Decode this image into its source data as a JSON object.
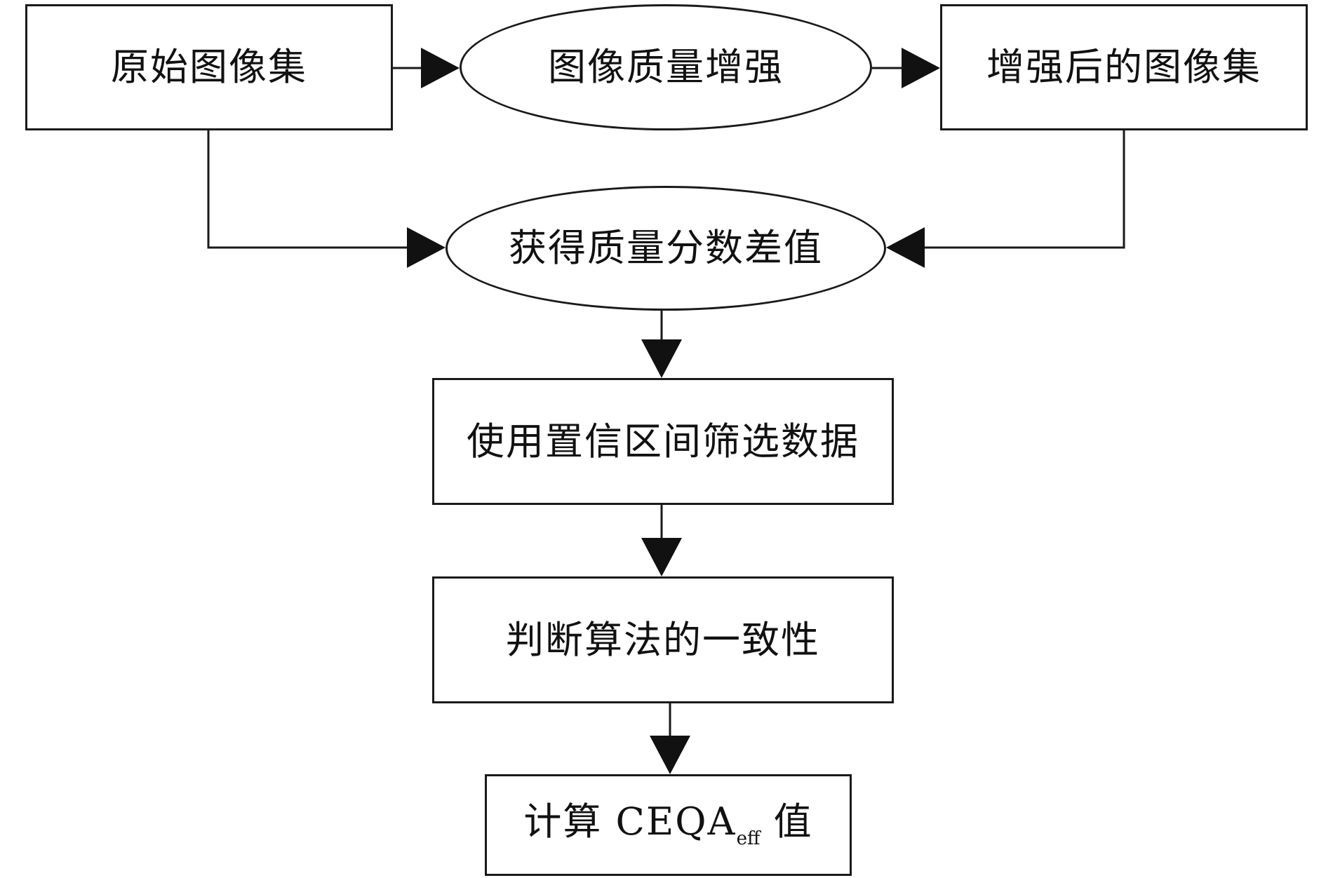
{
  "nodes": {
    "original_images": "原始图像集",
    "quality_enhance": "图像质量增强",
    "enhanced_images": "增强后的图像集",
    "score_diff": "获得质量分数差值",
    "ci_filter": "使用置信区间筛选数据",
    "consistency": "判断算法的一致性",
    "compute": {
      "prefix": "计算 CEQA",
      "subscript": "eff",
      "suffix": " 值"
    }
  },
  "edges": [
    {
      "from": "original_images",
      "to": "quality_enhance"
    },
    {
      "from": "quality_enhance",
      "to": "enhanced_images"
    },
    {
      "from": "original_images",
      "to": "score_diff"
    },
    {
      "from": "enhanced_images",
      "to": "score_diff"
    },
    {
      "from": "score_diff",
      "to": "ci_filter"
    },
    {
      "from": "ci_filter",
      "to": "consistency"
    },
    {
      "from": "consistency",
      "to": "compute"
    }
  ],
  "colors": {
    "stroke": "#1a1a1a",
    "background": "#ffffff"
  }
}
